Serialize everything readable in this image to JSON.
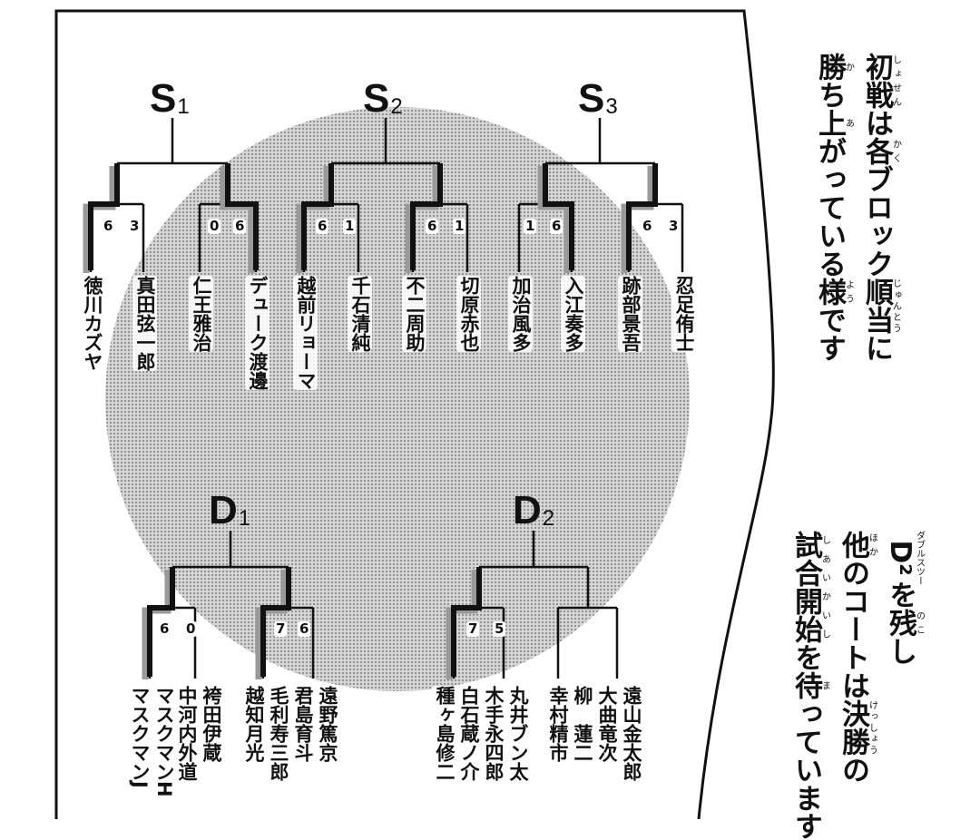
{
  "singles": [
    {
      "label": "S",
      "num": "1",
      "matches": [
        {
          "players": [
            "徳川カズヤ",
            "真田弦一郎"
          ],
          "scores": [
            "6",
            "3"
          ]
        },
        {
          "players": [
            "仁王雅治",
            "デューク渡邊"
          ],
          "scores": [
            "0",
            "6"
          ]
        }
      ]
    },
    {
      "label": "S",
      "num": "2",
      "matches": [
        {
          "players": [
            "越前リョーマ",
            "千石清純"
          ],
          "scores": [
            "6",
            "1"
          ]
        },
        {
          "players": [
            "不二周助",
            "切原赤也"
          ],
          "scores": [
            "6",
            "1"
          ]
        }
      ]
    },
    {
      "label": "S",
      "num": "3",
      "matches": [
        {
          "players": [
            "加治風多",
            "入江奏多"
          ],
          "scores": [
            "1",
            "6"
          ]
        },
        {
          "players": [
            "跡部景吾",
            "忍足侑士"
          ],
          "scores": [
            "6",
            "3"
          ]
        }
      ]
    }
  ],
  "doubles": [
    {
      "label": "D",
      "num": "1",
      "matches": [
        {
          "teams": [
            [
              "マスクマンH",
              "マスクマンJ"
            ],
            [
              "袴田伊蔵",
              "中河内外道"
            ]
          ],
          "scores": [
            "6",
            "0"
          ]
        },
        {
          "teams": [
            [
              "毛利寿三郎",
              "越知月光"
            ],
            [
              "遠野篤京",
              "君島育斗"
            ]
          ],
          "scores": [
            "7",
            "6"
          ]
        }
      ]
    },
    {
      "label": "D",
      "num": "2",
      "matches": [
        {
          "teams": [
            [
              "白石蔵ノ介",
              "種ヶ島修二"
            ],
            [
              "丸井ブン太",
              "木手永四郎"
            ]
          ],
          "scores": [
            "7",
            "5"
          ]
        },
        {
          "teams": [
            [
              "柳　蓮二",
              "幸村精市"
            ],
            [
              "遠山金太郎",
              "大曲竜次"
            ]
          ],
          "scores": [
            "",
            ""
          ]
        }
      ]
    }
  ],
  "narration_top": [
    [
      {
        "t": "初戦",
        "r": "しょせん"
      },
      {
        "t": "は"
      },
      {
        "t": "各",
        "r": "かく"
      },
      {
        "t": "ブロック"
      },
      {
        "t": "順当",
        "r": "じゅんとう"
      },
      {
        "t": "に"
      }
    ],
    [
      {
        "t": "勝",
        "r": "か"
      },
      {
        "t": "ち"
      },
      {
        "t": "上",
        "r": "あ"
      },
      {
        "t": "がっている"
      },
      {
        "t": "様",
        "r": "よう"
      },
      {
        "t": "です"
      }
    ]
  ],
  "narration_bottom": [
    [
      {
        "t": "D²",
        "r": "ダブルスツー"
      },
      {
        "t": "を"
      },
      {
        "t": "残",
        "r": "のこ"
      },
      {
        "t": "し"
      }
    ],
    [
      {
        "t": "他",
        "r": "ほか"
      },
      {
        "t": "のコートは"
      },
      {
        "t": "決勝",
        "r": "けっしょう"
      },
      {
        "t": "の"
      }
    ],
    [
      {
        "t": "試合開始",
        "r": "しあいかいし"
      },
      {
        "t": "を"
      },
      {
        "t": "待",
        "r": "ま"
      },
      {
        "t": "っています"
      }
    ]
  ]
}
